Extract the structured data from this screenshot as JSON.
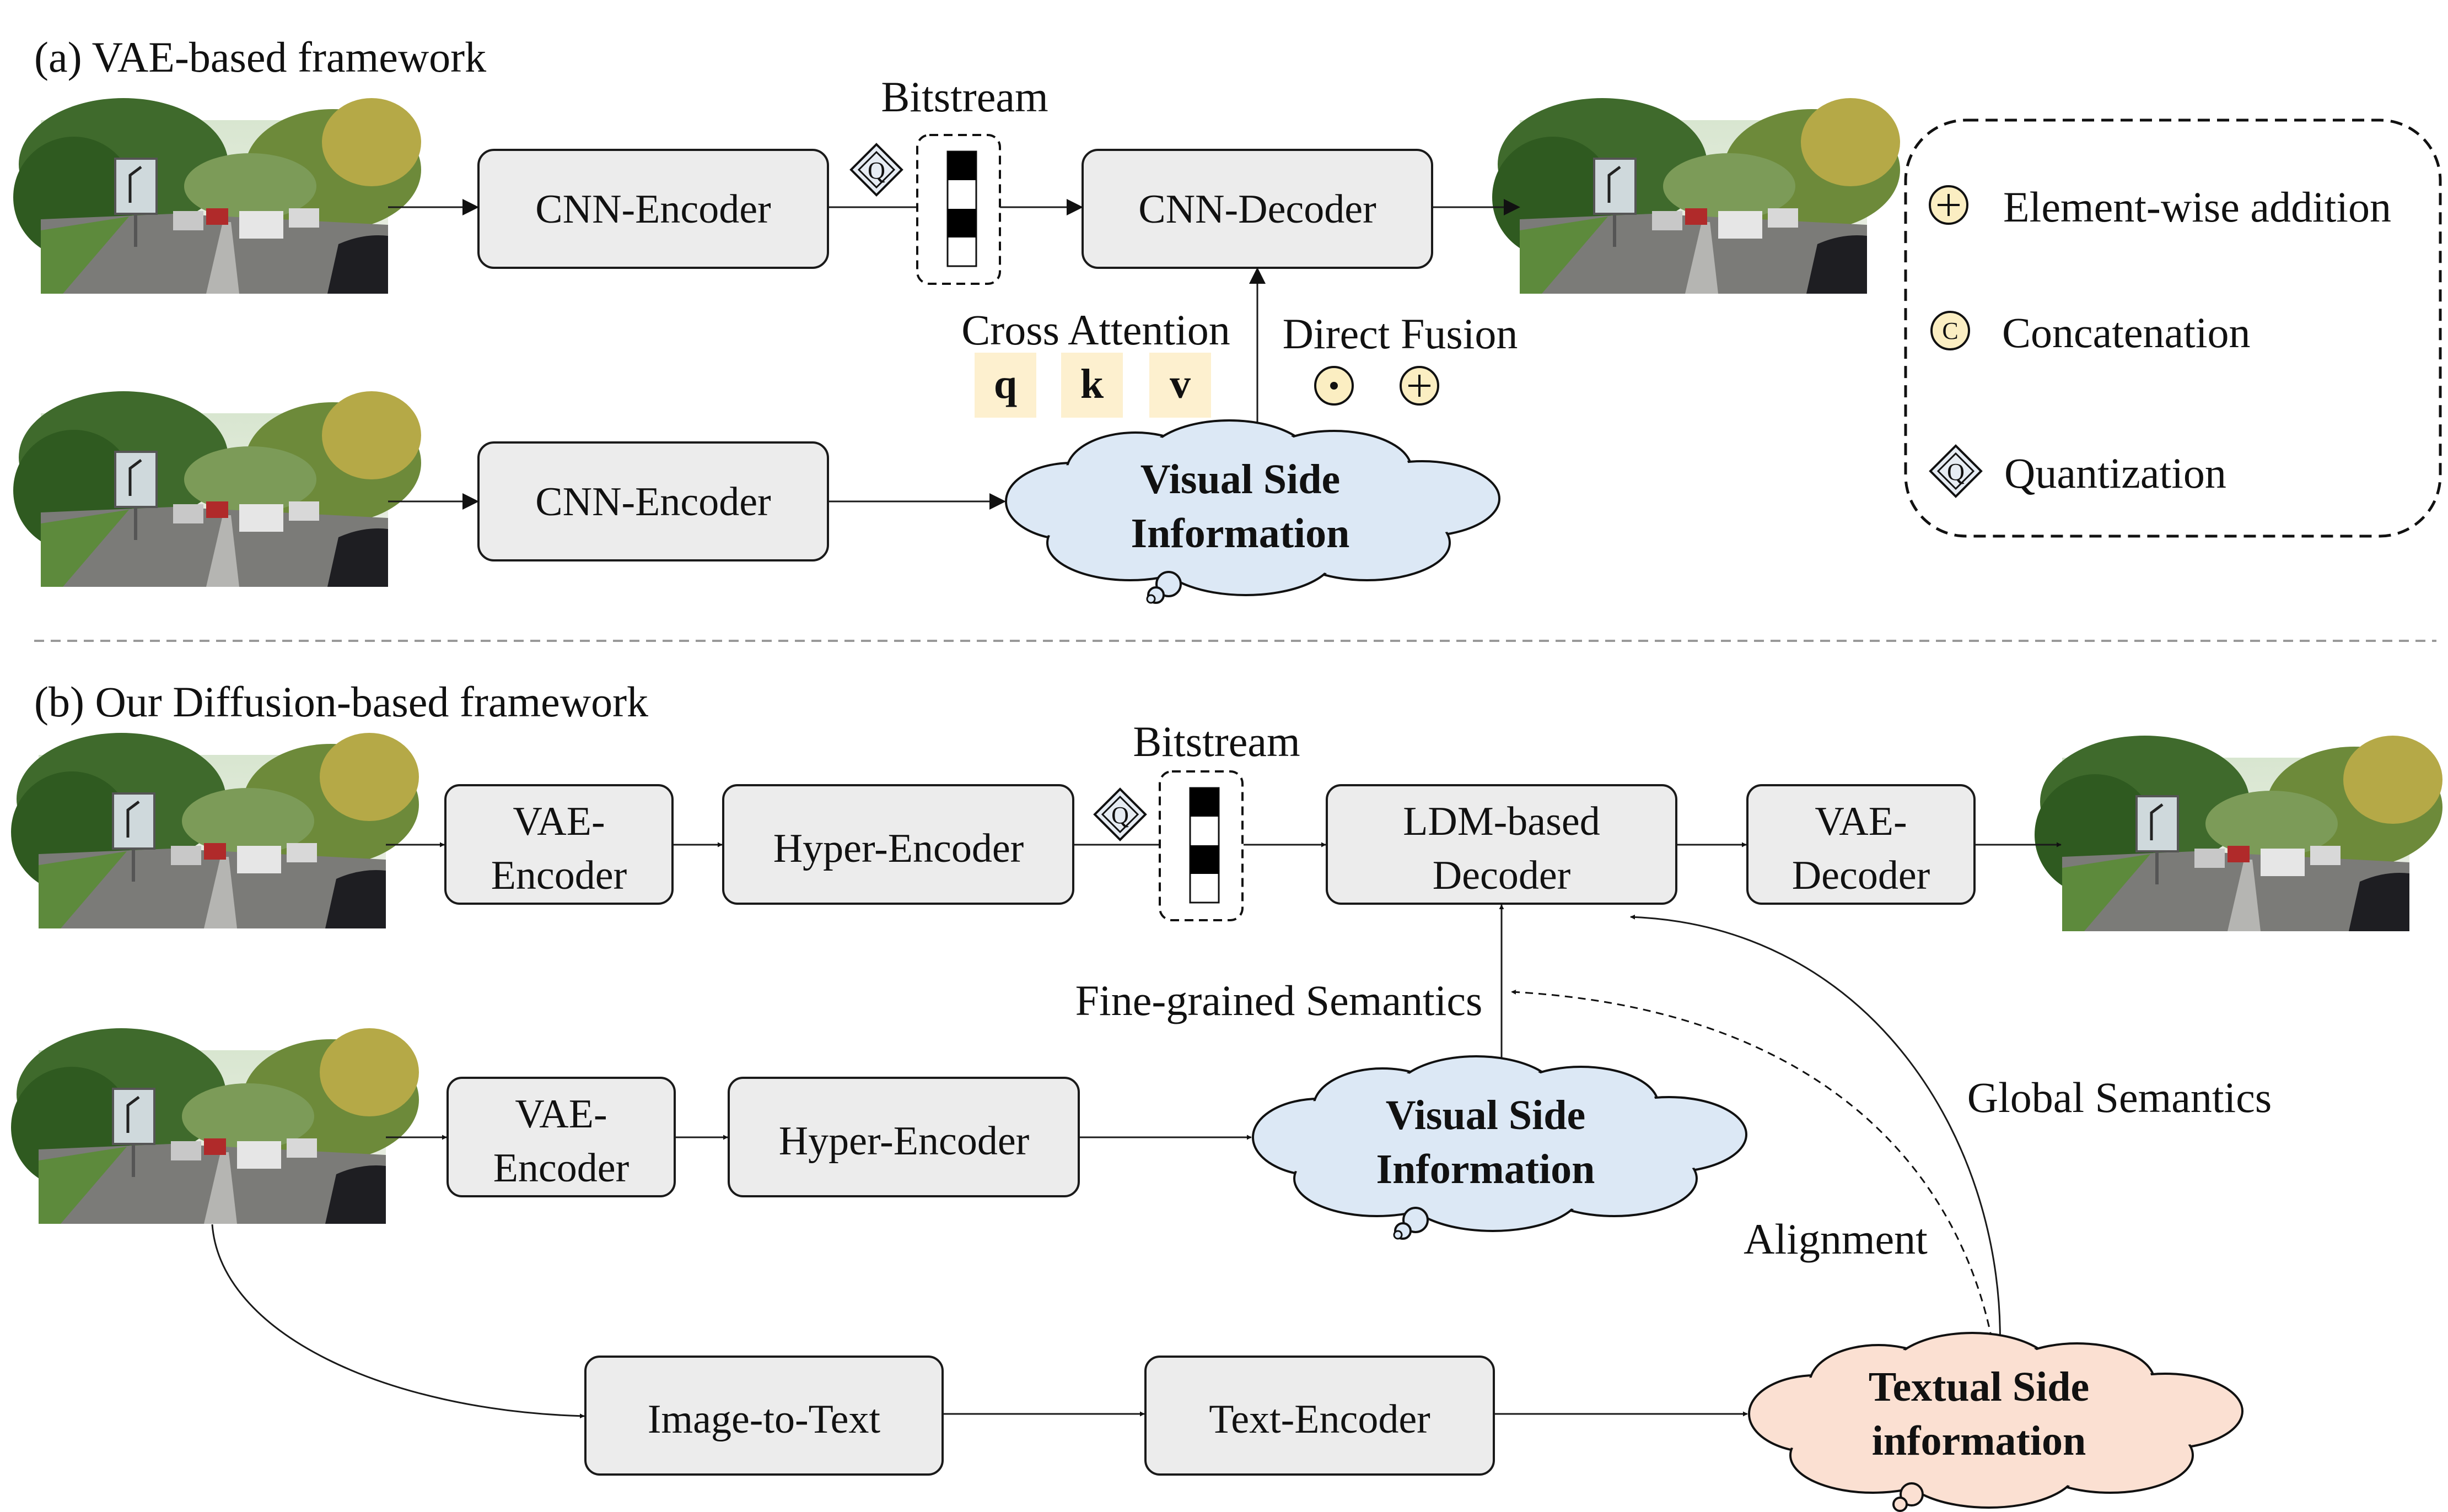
{
  "section_a": {
    "title": "(a) VAE-based framework",
    "encoder_top": "CNN-Encoder",
    "decoder": "CNN-Decoder",
    "encoder_side": "CNN-Encoder",
    "bitstream_label": "Bitstream",
    "cross_attention": "Cross Attention",
    "qkv": [
      "q",
      "k",
      "v"
    ],
    "direct_fusion": "Direct Fusion",
    "side_info": [
      "Visual Side",
      "Information"
    ]
  },
  "legend": {
    "items": [
      {
        "symbol": "+",
        "label": "Element-wise addition"
      },
      {
        "symbol": "C",
        "label": "Concatenation"
      },
      {
        "symbol": "Q",
        "label": "Quantization"
      }
    ]
  },
  "section_b": {
    "title": "(b) Our Diffusion-based framework",
    "vae_encoder_top": [
      "VAE-",
      "Encoder"
    ],
    "hyper_encoder_top": "Hyper-Encoder",
    "bitstream_label": "Bitstream",
    "ldm_decoder": [
      "LDM-based",
      "Decoder"
    ],
    "vae_decoder": [
      "VAE-",
      "Decoder"
    ],
    "fine_grained": "Fine-grained Semantics",
    "vae_encoder_side": [
      "VAE-",
      "Encoder"
    ],
    "hyper_encoder_side": "Hyper-Encoder",
    "visual_side_info": [
      "Visual Side",
      "Information"
    ],
    "global_semantics": "Global Semantics",
    "alignment": "Alignment",
    "image_to_text": "Image-to-Text",
    "text_encoder": "Text-Encoder",
    "textual_side_info": [
      "Textual Side",
      "information"
    ]
  },
  "quantization_symbol": "Q",
  "colors": {
    "box_fill": "#ececec",
    "visual_cloud": "#dce8f5",
    "textual_cloud": "#fbe0d2",
    "qkv_fill": "#fdf0cf",
    "symbol_fill": "#fbeec2"
  }
}
